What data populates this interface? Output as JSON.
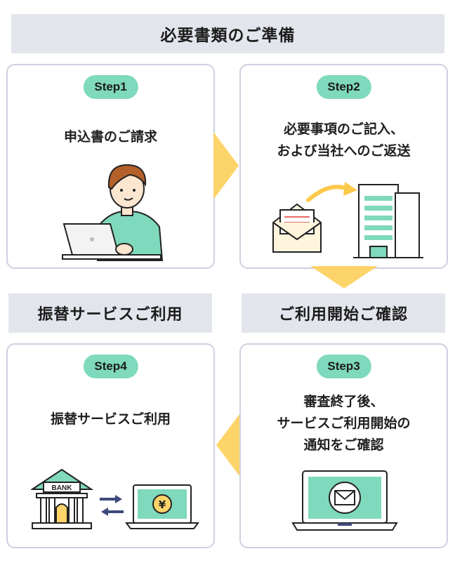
{
  "top_banner": "必要書類のご準備",
  "left_banner": "振替サービスご利用",
  "right_banner": "ご利用開始ご確認",
  "steps": [
    {
      "badge": "Step1",
      "text": [
        "申込書のご請求"
      ]
    },
    {
      "badge": "Step2",
      "text": [
        "必要事項のご記入、",
        "および当社へのご返送"
      ]
    },
    {
      "badge": "Step3",
      "text": [
        "審査終了後、",
        "サービスご利用開始の",
        "通知をご確認"
      ]
    },
    {
      "badge": "Step4",
      "text": [
        "振替サービスご利用"
      ]
    }
  ],
  "bank_label": "BANK",
  "yen_symbol": "¥",
  "colors": {
    "accent": "#7fd9bc",
    "arrow": "#fdd46a",
    "banner": "#e3e5ec",
    "card_border": "#cdd1e0"
  }
}
